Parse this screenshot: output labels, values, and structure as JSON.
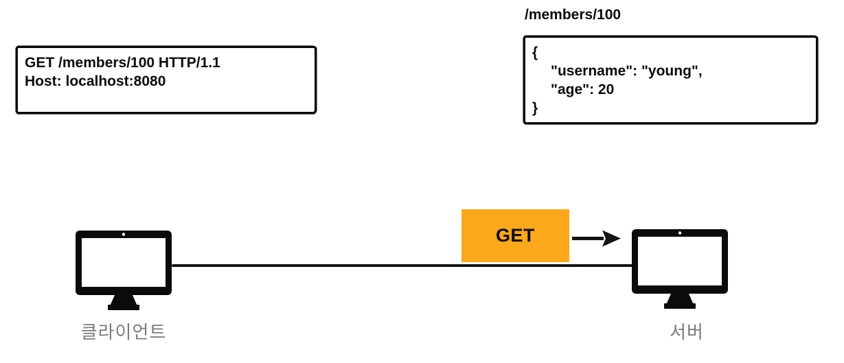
{
  "colors": {
    "method_box_orange": "#FBA81C",
    "node_label_gray": "#7B7B7B",
    "ink_black": "#0B0B0B"
  },
  "request": {
    "lines": [
      "GET /members/100 HTTP/1.1",
      "Host: localhost:8080"
    ]
  },
  "response": {
    "path": "/members/100",
    "body_lines": [
      "{",
      "\"username\": \"young\",",
      "\"age\": 20",
      "}"
    ]
  },
  "flow": {
    "method": "GET",
    "client_label": "클라이언트",
    "server_label": "서버"
  }
}
